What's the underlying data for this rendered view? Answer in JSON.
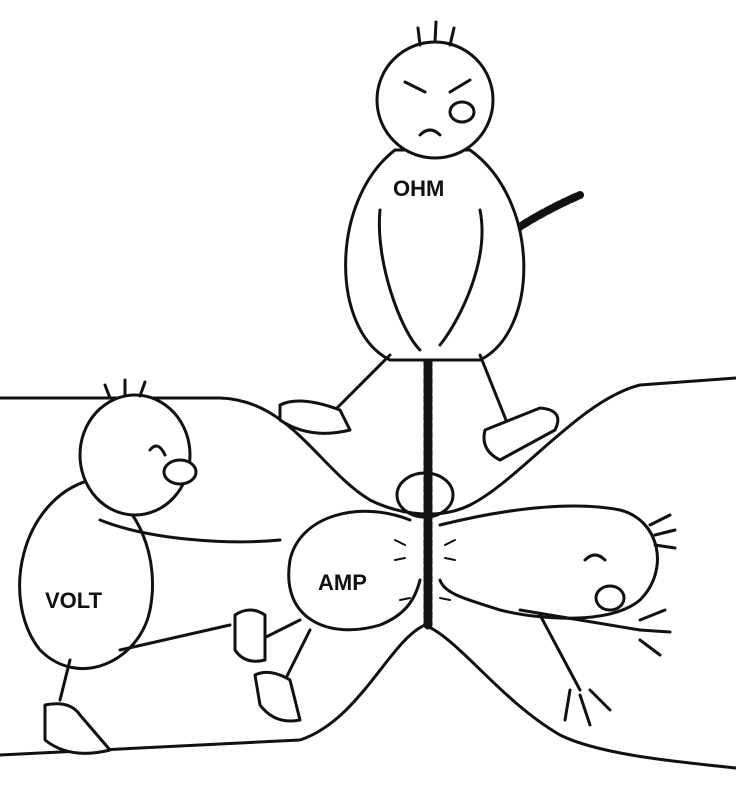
{
  "illustration": {
    "labels": {
      "ohm": "OHM",
      "volt": "VOLT",
      "amp": "AMP"
    },
    "colors": {
      "ink": "#111111",
      "paper": "#ffffff"
    }
  }
}
